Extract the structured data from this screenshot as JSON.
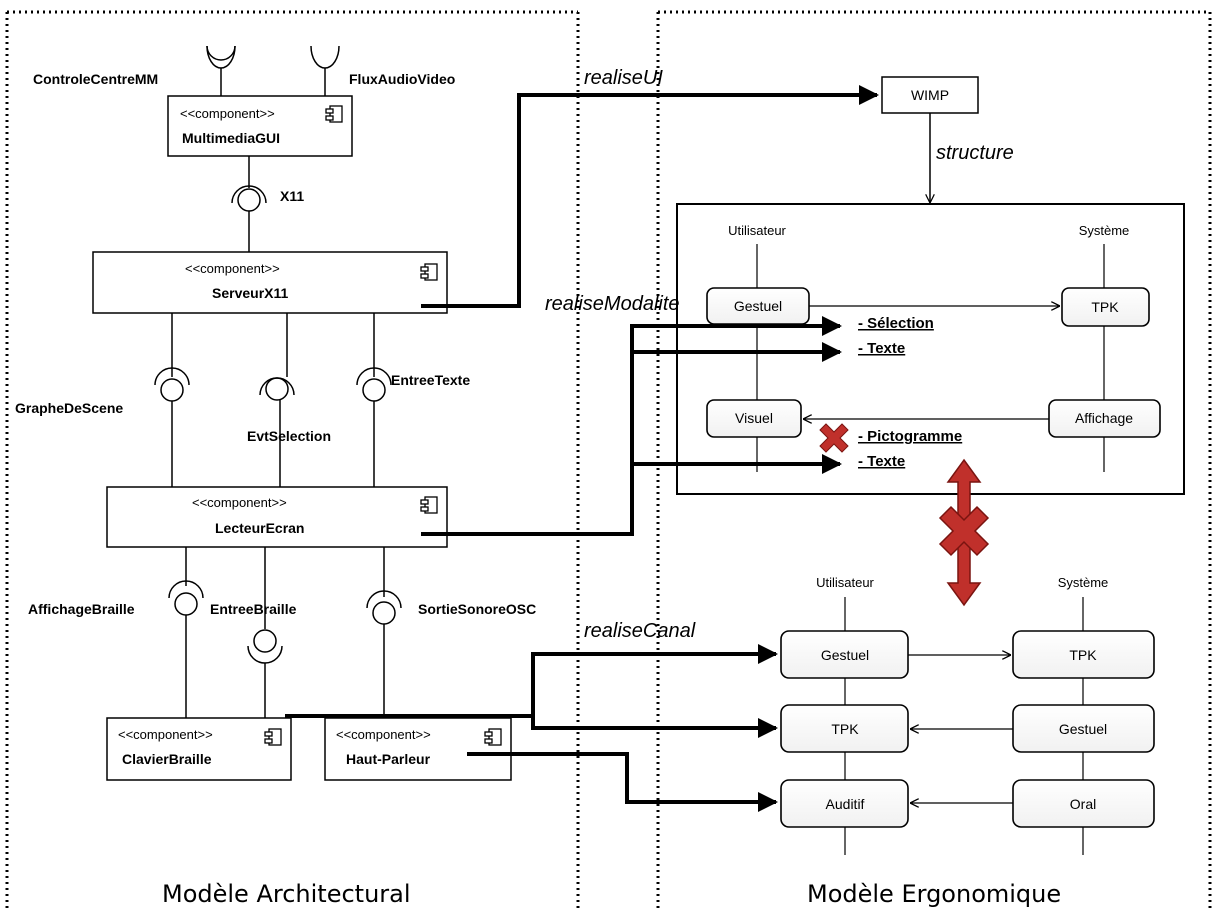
{
  "panels": {
    "architectural": "Modèle Architectural",
    "ergonomic": "Modèle Ergonomique"
  },
  "architecture": {
    "stereotype": "<<component>>",
    "components": {
      "multimedia_gui": "MultimediaGUI",
      "serveur_x11": "ServeurX11",
      "lecteur_ecran": "LecteurEcran",
      "clavier_braille": "ClavierBraille",
      "haut_parleur": "Haut-Parleur"
    },
    "interfaces": {
      "controle_centre": "ControleCentreMM",
      "flux_audio": "FluxAudioVideo",
      "x11": "X11",
      "graphe_scene": "GrapheDeScene",
      "evt_selection": "EvtSelection",
      "entree_texte": "EntreeTexte",
      "affichage_braille": "AffichageBraille",
      "entree_braille": "EntreeBraille",
      "sortie_sonore": "SortieSonoreOSC"
    }
  },
  "relations": {
    "realise_ui": "realiseUI",
    "structure": "structure",
    "realise_modalite": "realiseModalite",
    "realise_canal": "realiseCanal"
  },
  "ergonomic": {
    "wimp": "WIMP",
    "upper": {
      "user_header": "Utilisateur",
      "system_header": "Système",
      "gestuel": "Gestuel",
      "tpk": "TPK",
      "visuel": "Visuel",
      "affichage": "Affichage",
      "selection": "- Sélection",
      "texte1": "- Texte",
      "pictogramme": "- Pictogramme",
      "texte2": "- Texte"
    },
    "lower": {
      "user_header": "Utilisateur",
      "system_header": "Système",
      "gestuel_user": "Gestuel",
      "tpk_system": "TPK",
      "tpk_user": "TPK",
      "gestuel_system": "Gestuel",
      "auditif": "Auditif",
      "oral": "Oral"
    }
  },
  "colors": {
    "cross_red": "#c0302b",
    "cross_outline": "#7a1410"
  }
}
